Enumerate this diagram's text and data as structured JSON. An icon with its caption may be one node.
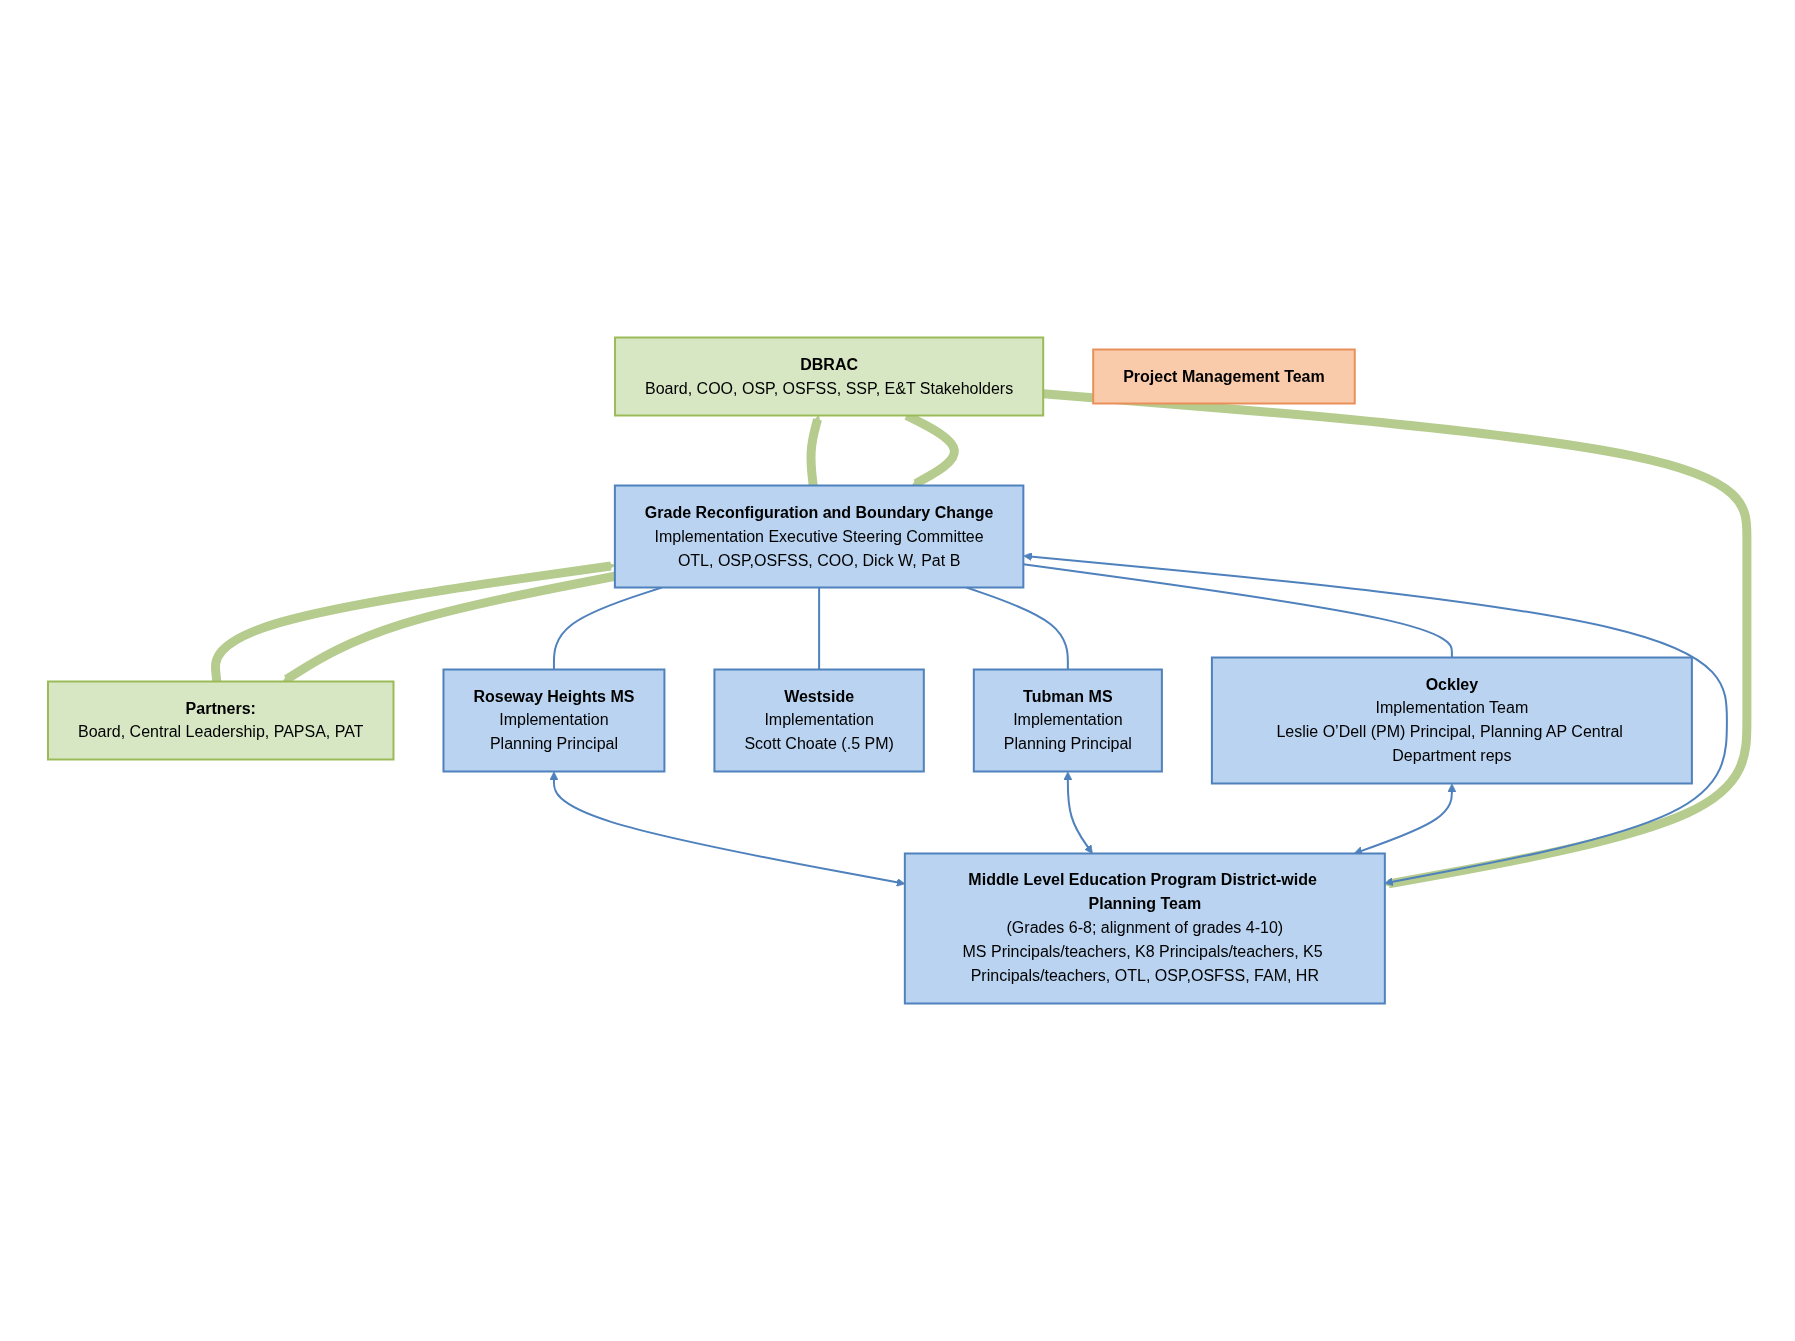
{
  "diagram": {
    "nodes": [
      {
        "text": [
          "DBRAC",
          "Board, COO, OSP, OSFSS, SSP, E&T Stakeholders"
        ]
      },
      {
        "text": [
          "Partners:",
          "Board, Central Leadership, PAPSA, PAT"
        ]
      },
      {
        "text": [
          "Grade Reconfiguration and Boundary Change",
          "Implementation Executive Steering Committee",
          "OTL, OSP,OSFSS, COO, Dick W, Pat B"
        ]
      },
      {
        "text": [
          "Project Management Team"
        ]
      },
      {
        "text": [
          "Ockley",
          "Implementation Team",
          "Leslie O’Dell (PM) Principal, Planning AP Central Department reps"
        ]
      },
      {
        "text": [
          "Westside",
          "Implementation",
          "Scott Choate (.5 PM)"
        ]
      },
      {
        "text": [
          "Tubman MS",
          "Implementation",
          "Planning Principal"
        ]
      },
      {
        "text": [
          "Roseway Heights MS",
          "Implementation",
          "Planning Principal"
        ]
      },
      {
        "text": [
          "Middle Level Education Program District-wide Planning Team",
          "(Grades 6-8; alignment of grades 4-10)",
          "MS Principals/teachers, K8 Principals/teachers, K5 Principals/teachers, OTL, OSP,OSFSS, FAM, HR"
        ]
      }
    ],
    "edges": [
      {
        "from": 0,
        "to": 2,
        "arrow": "to",
        "style": "thick",
        "color": "#b5cc8e"
      },
      {
        "from": 2,
        "to": 0,
        "arrow": "to",
        "style": "thick",
        "color": "#b5cc8e"
      },
      {
        "from": 1,
        "to": 2,
        "arrow": "to",
        "style": "thick",
        "color": "#b5cc8e"
      },
      {
        "from": 2,
        "to": 1,
        "arrow": "to",
        "style": "thick",
        "color": "#b5cc8e"
      },
      {
        "from": 0,
        "to": 8,
        "arrow": "to",
        "style": "thick",
        "color": "#b5cc8e"
      },
      {
        "from": 2,
        "to": 4,
        "arrow": "none"
      },
      {
        "from": 2,
        "to": 5,
        "arrow": "none"
      },
      {
        "from": 2,
        "to": 6,
        "arrow": "none"
      },
      {
        "from": 2,
        "to": 7,
        "arrow": "none"
      },
      {
        "from": 2,
        "to": 8,
        "arrow": "both"
      },
      {
        "from": 4,
        "to": 8,
        "arrow": "both"
      },
      {
        "from": 6,
        "to": 8,
        "arrow": "both"
      },
      {
        "from": 7,
        "to": 8,
        "arrow": "both"
      }
    ]
  }
}
